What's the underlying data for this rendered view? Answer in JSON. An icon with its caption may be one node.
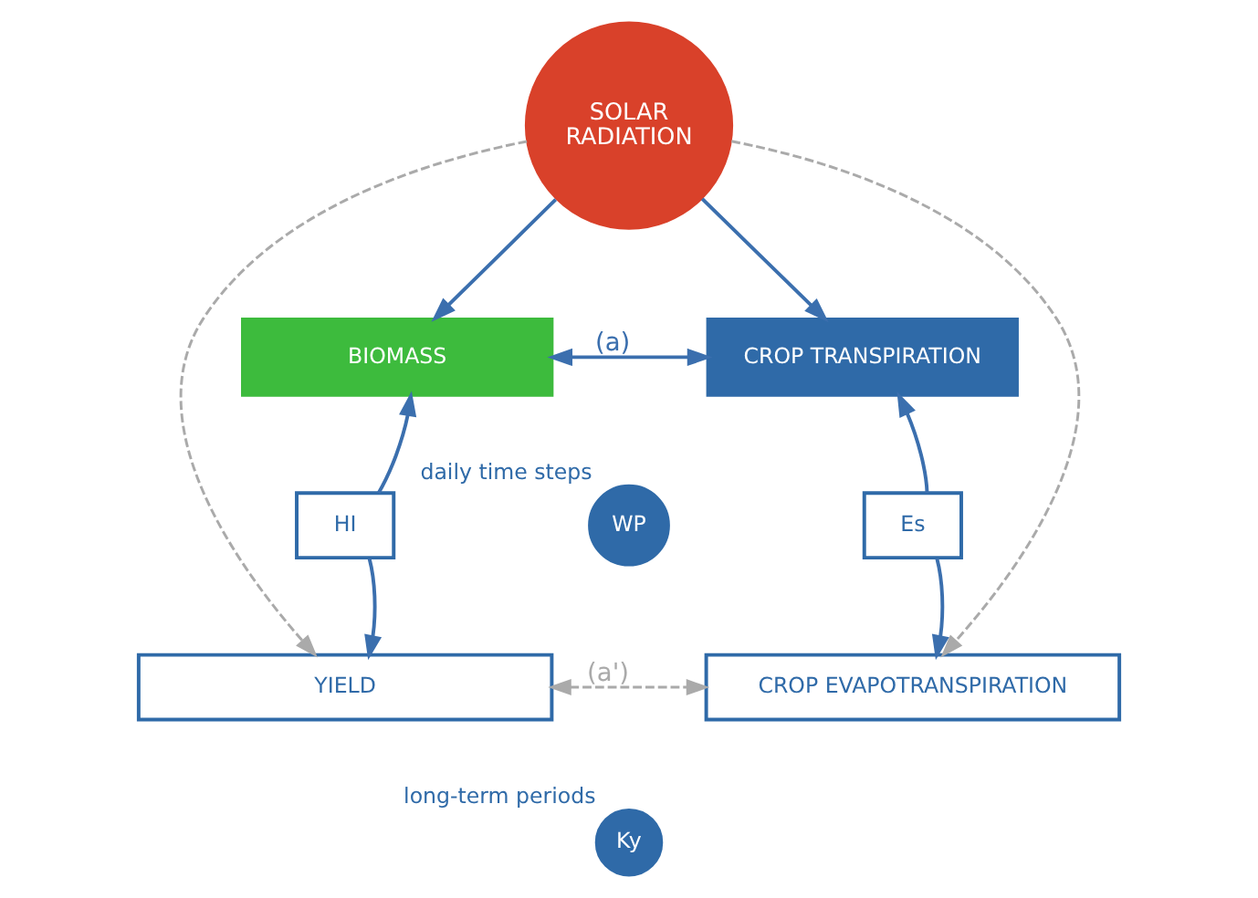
{
  "diagram": {
    "nodes": [
      {
        "text": [
          "SOLAR RADIATION"
        ]
      },
      {
        "text": [
          "BIOMASS"
        ]
      },
      {
        "text": [
          "CROP TRANSPIRATION"
        ]
      },
      {
        "text": [
          "HI"
        ]
      },
      {
        "text": [
          "Es"
        ]
      },
      {
        "text": [
          "WP"
        ],
        "beside": [
          "daily time steps"
        ]
      },
      {
        "text": [
          "YIELD"
        ]
      },
      {
        "text": [
          "CROP EVAPOTRANSPIRATION"
        ]
      },
      {
        "text": [
          "Ky"
        ],
        "beside": [
          "long-term periods"
        ]
      }
    ],
    "edges": [
      {
        "from": 0,
        "to": 1,
        "arrow": "to"
      },
      {
        "from": 0,
        "to": 2,
        "arrow": "to"
      },
      {
        "from": 0,
        "to": 6,
        "arrow": "to",
        "style": "dashed",
        "color": "#aaaaaa"
      },
      {
        "from": 0,
        "to": 7,
        "arrow": "to",
        "style": "dashed",
        "color": "#aaaaaa"
      },
      {
        "from": 1,
        "to": 2,
        "arrow": "both",
        "label": "(a)"
      },
      {
        "from": 3,
        "to": 1,
        "arrow": "to"
      },
      {
        "from": 3,
        "to": 6,
        "arrow": "to"
      },
      {
        "from": 4,
        "to": 2,
        "arrow": "to"
      },
      {
        "from": 4,
        "to": 7,
        "arrow": "to"
      },
      {
        "from": 6,
        "to": 7,
        "arrow": "both",
        "label": "(a')",
        "style": "dashed",
        "color": "#aaaaaa"
      }
    ]
  }
}
